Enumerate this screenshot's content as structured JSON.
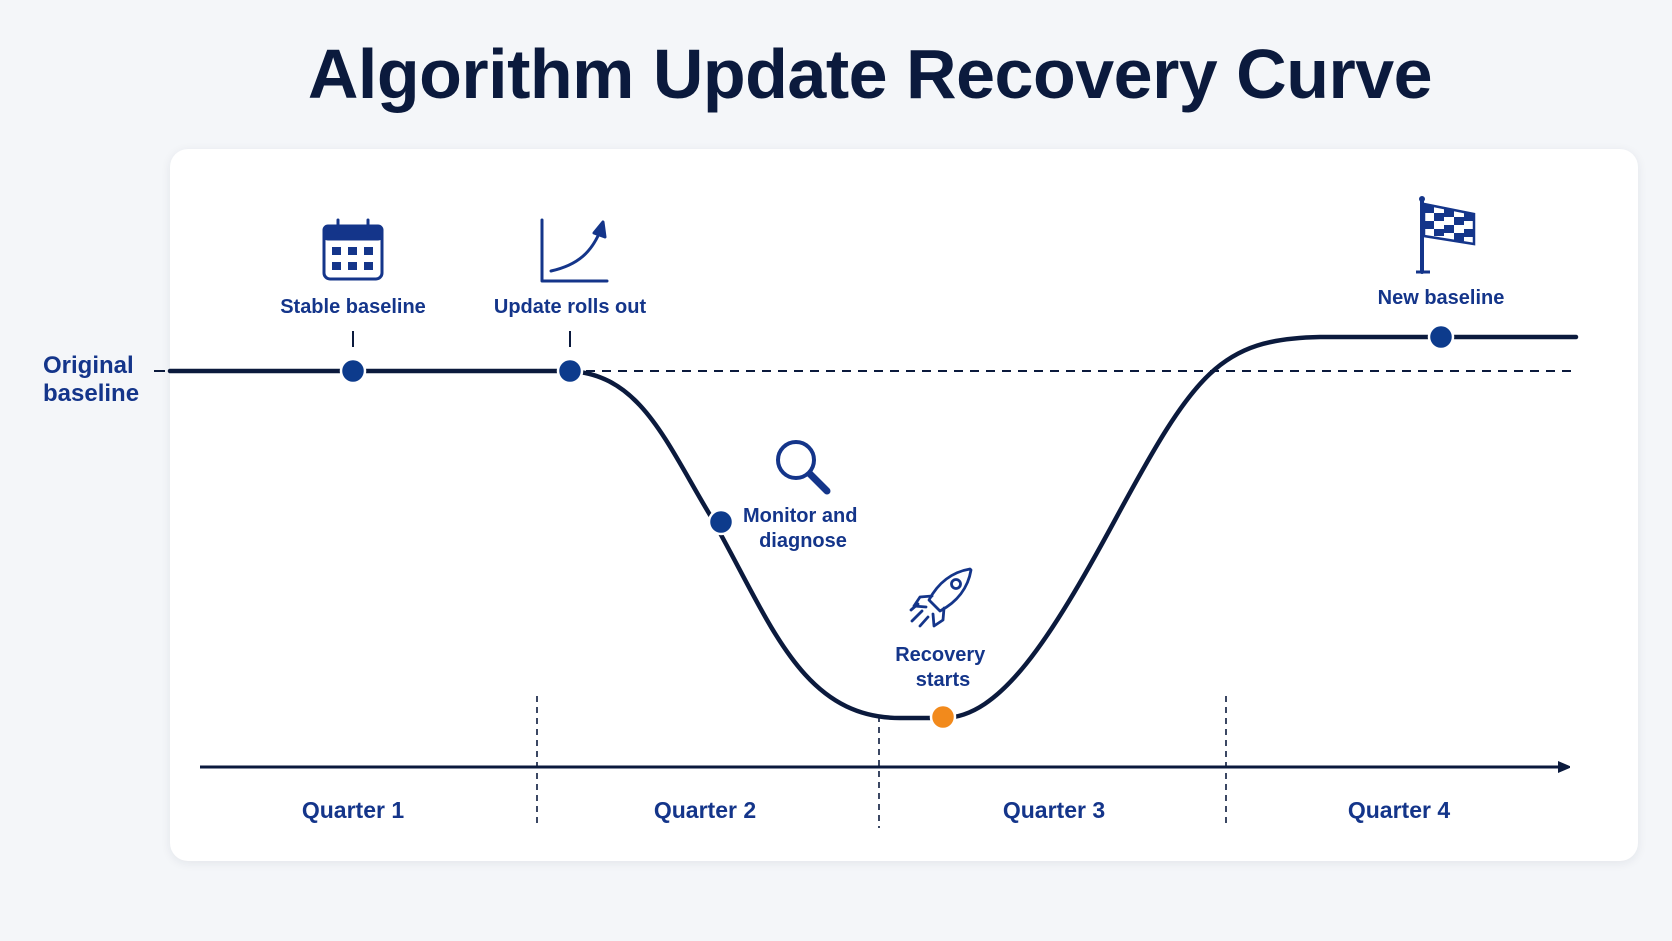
{
  "title": "Algorithm Update Recovery Curve",
  "baseline_label": [
    "Original",
    "baseline"
  ],
  "milestones": [
    {
      "id": "stable",
      "label": [
        "Stable baseline"
      ],
      "icon": "calendar-icon"
    },
    {
      "id": "update",
      "label": [
        "Update rolls out"
      ],
      "icon": "trend-up-icon"
    },
    {
      "id": "monitor",
      "label": [
        "Monitor and",
        "diagnose"
      ],
      "icon": "magnifier-icon"
    },
    {
      "id": "recovery",
      "label": [
        "Recovery",
        "starts"
      ],
      "icon": "rocket-icon"
    },
    {
      "id": "new",
      "label": [
        "New baseline"
      ],
      "icon": "checkered-flag-icon"
    }
  ],
  "quarters": [
    "Quarter 1",
    "Quarter 2",
    "Quarter 3",
    "Quarter 4"
  ],
  "colors": {
    "navy": "#0b1a3d",
    "label_blue": "#14358a",
    "marker_blue": "#0d3b8c",
    "accent_orange": "#f28a1c"
  }
}
